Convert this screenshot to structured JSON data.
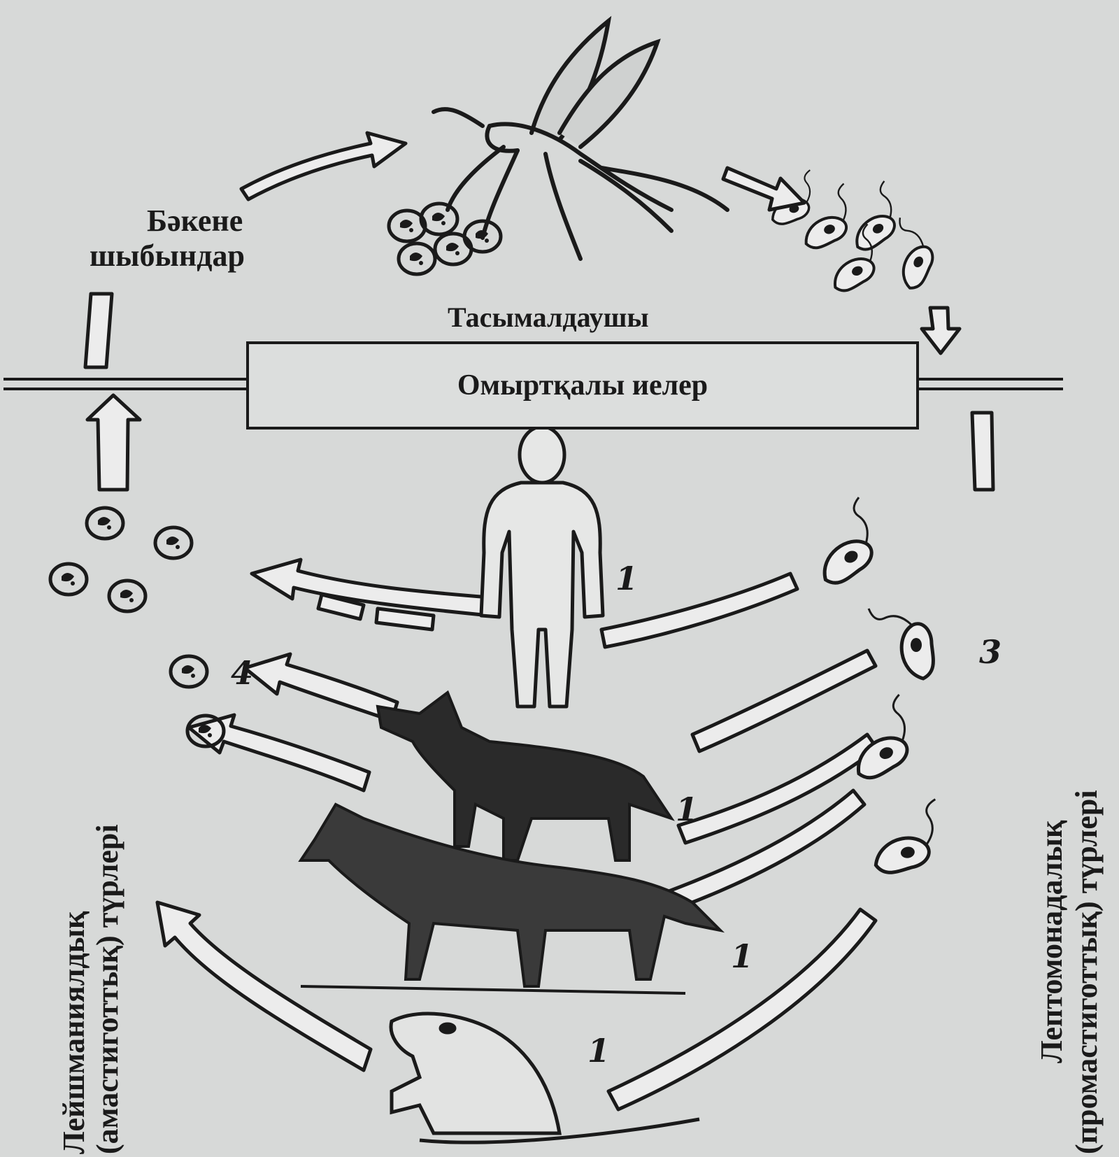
{
  "diagram": {
    "vector_label_line1": "Бәкене",
    "vector_label_line2": "шыбындар",
    "carrier_label": "Тасымалдаушы",
    "hosts_label": "Омыртқалы иелер",
    "left_side_line1": "Лейшманиялдық",
    "left_side_line2": "(амастиготтық)  түрлері",
    "right_side_line1": "Лептомонадалық",
    "right_side_line2": "(промастиготтық)  түрлері",
    "markers": [
      "1",
      "1",
      "1",
      "1",
      "3",
      "4"
    ]
  },
  "colors": {
    "background": "#d7d9d8",
    "ink": "#1a1a1a"
  },
  "icons": [
    "sandfly-icon",
    "human-icon",
    "jackal-icon",
    "fox-icon",
    "rodent-icon",
    "promastigote-icon",
    "amastigote-icon",
    "arrow-icon"
  ]
}
